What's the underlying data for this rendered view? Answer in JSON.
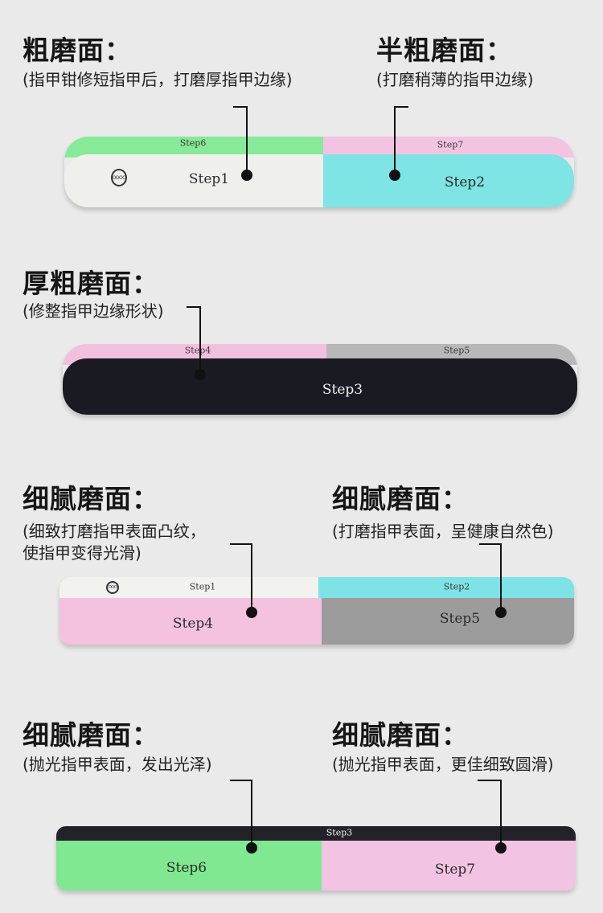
{
  "sections": {
    "s1": {
      "title": "粗磨面：",
      "desc": "(指甲钳修短指甲后，打磨厚指甲边缘)"
    },
    "s2": {
      "title": "半粗磨面：",
      "desc": "(打磨稍薄的指甲边缘)"
    },
    "s3": {
      "title": "厚粗磨面：",
      "desc": "(修整指甲边缘形状)"
    },
    "s4": {
      "title": "细腻磨面：",
      "desc_line1": "(细致打磨指甲表面凸纹，",
      "desc_line2": "使指甲变得光滑)"
    },
    "s5": {
      "title": "细腻磨面：",
      "desc": "(打磨指甲表面，呈健康自然色)"
    },
    "s6": {
      "title": "细腻磨面：",
      "desc": "(抛光指甲表面，发出光泽)"
    },
    "s7": {
      "title": "细腻磨面：",
      "desc": "(抛光指甲表面，更佳细致圆滑)"
    }
  },
  "files": {
    "file1": {
      "top_left": "Step6",
      "top_right": "Step7",
      "face_left": "Step1",
      "face_right": "Step2",
      "logo": "OOOO"
    },
    "file2": {
      "top_left": "Step4",
      "top_right": "Step5",
      "face": "Step3"
    },
    "file3": {
      "top_left": "Step1",
      "top_right": "Step2",
      "face_left": "Step4",
      "face_right": "Step5",
      "logo": "OOO"
    },
    "file4": {
      "top": "Step3",
      "face_left": "Step6",
      "face_right": "Step7"
    }
  },
  "colors": {
    "background": "#eaeaea",
    "white_face": "#efefec",
    "cyan_face": "#7ee4e4",
    "black_face": "#1a1b22",
    "pink_face": "#f2bfe0",
    "gray_face": "#9c9c9c",
    "green_face": "#7ee892"
  }
}
